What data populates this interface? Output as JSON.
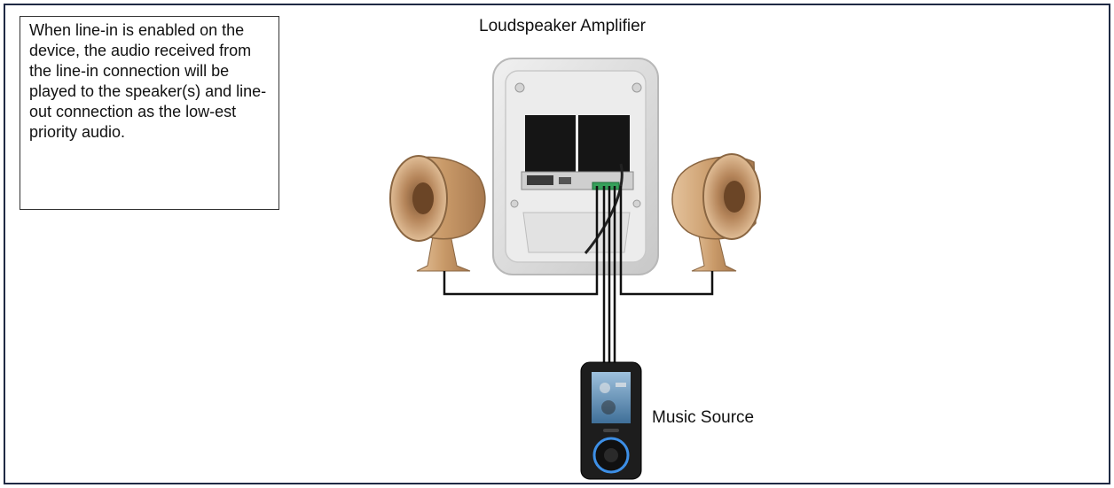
{
  "note": {
    "text": "When line-in is enabled on the device, the audio received from the line-in connection will be played to the speaker(s) and line-out connection as the low-est priority audio."
  },
  "labels": {
    "amplifier": "Loudspeaker Amplifier",
    "music_source": "Music Source"
  },
  "colors": {
    "frame": "#1f2a44",
    "wire": "#111111",
    "horn": "#c79a6c",
    "enclosure": "#dcdcdc",
    "panel": "#1c1c1c",
    "terminal": "#36a05a",
    "player_body": "#1d1d1d",
    "player_screen": "#5e8fb3",
    "player_ring": "#3d8fe6"
  }
}
